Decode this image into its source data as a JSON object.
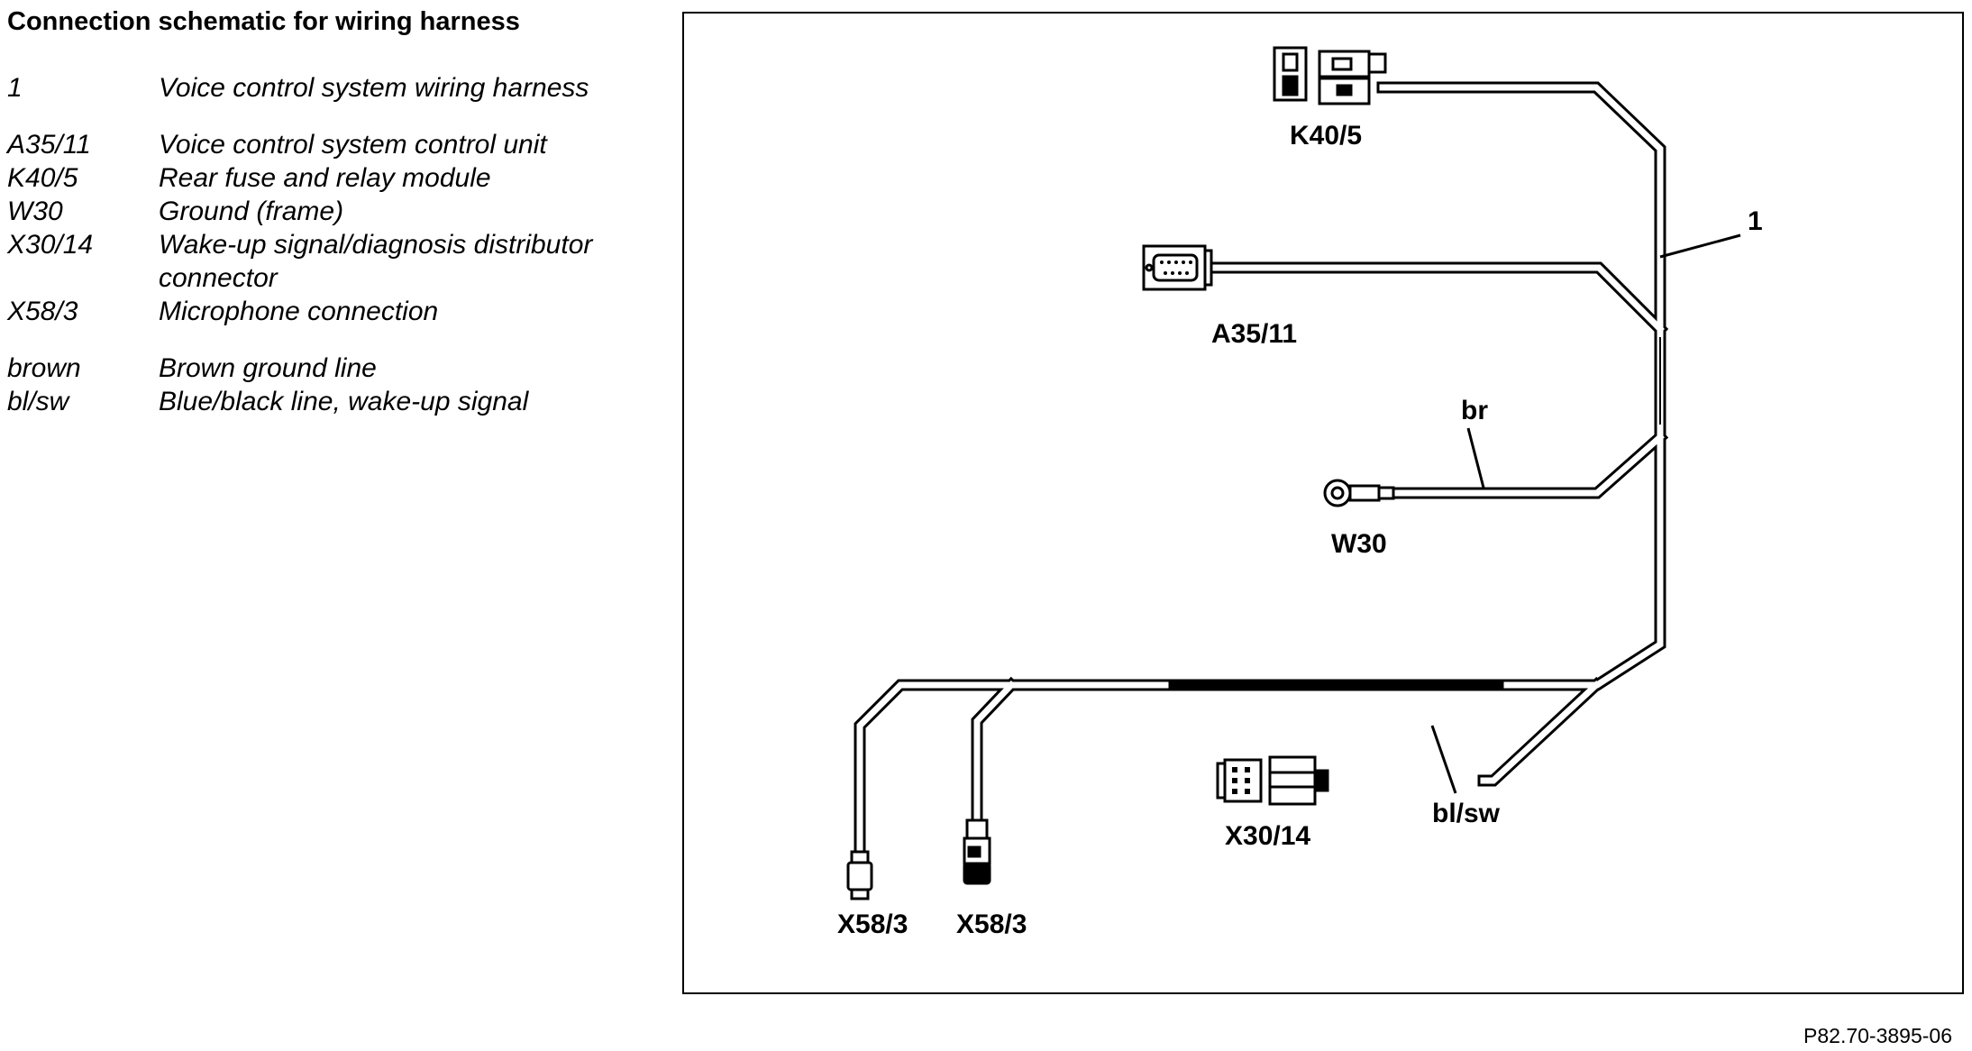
{
  "legend": {
    "title": "Connection schematic for wiring harness",
    "items": [
      {
        "key": "1",
        "desc": "Voice control system wiring harness"
      },
      {
        "key": "A35/11",
        "desc": "Voice control system control unit"
      },
      {
        "key": "K40/5",
        "desc": "Rear fuse and relay module"
      },
      {
        "key": "W30",
        "desc": "Ground (frame)"
      },
      {
        "key": "X30/14",
        "desc": "Wake-up signal/diagnosis distributor connector"
      },
      {
        "key": "X58/3",
        "desc": "Microphone connection"
      },
      {
        "key": "brown",
        "desc": "Brown ground line"
      },
      {
        "key": "bl/sw",
        "desc": "Blue/black line, wake-up signal"
      }
    ]
  },
  "diagram": {
    "labels": {
      "k40": "K40/5",
      "a35": "A35/11",
      "w30": "W30",
      "x30": "X30/14",
      "x58_left": "X58/3",
      "x58_right": "X58/3",
      "harness": "1",
      "br": "br",
      "blsw": "bl/sw"
    }
  },
  "doc_id": "P82.70-3895-06"
}
